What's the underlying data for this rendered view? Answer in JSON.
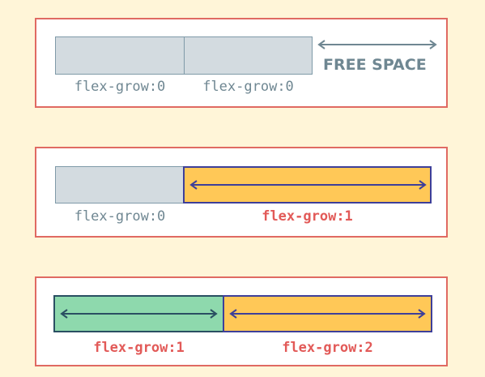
{
  "colors": {
    "background": "#fff5d8",
    "panel_border": "#e06a62",
    "grey_item": "#d3dbe0",
    "yellow_item": "#ffc857",
    "green_item": "#8ed9ad",
    "label_grey": "#6f8792",
    "label_red": "#e25a58"
  },
  "row1": {
    "label_left": "flex-grow:0",
    "label_right": "flex-grow:0",
    "free_space": "FREE SPACE"
  },
  "row2": {
    "label_left": "flex-grow:0",
    "label_right": "flex-grow:1"
  },
  "row3": {
    "label_left": "flex-grow:1",
    "label_right": "flex-grow:2"
  }
}
